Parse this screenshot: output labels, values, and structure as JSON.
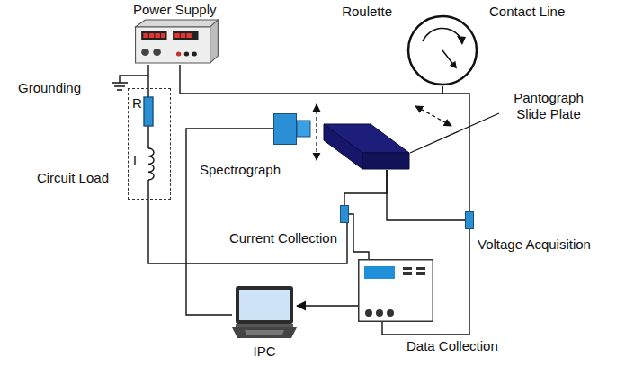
{
  "diagram": {
    "nodes": [
      {
        "text": [
          "Power Supply"
        ]
      },
      {
        "text": [
          "Circuit Load"
        ]
      },
      {
        "text": [
          "Roulette",
          "Contact Line"
        ]
      },
      {
        "text": [
          "Spectrograph"
        ]
      },
      {
        "text": [
          "Pantograph Slide Plate"
        ]
      },
      {
        "text": [
          "Current Collection"
        ]
      },
      {
        "text": [
          "Voltage Acquisition"
        ]
      },
      {
        "text": [
          "Data Collection"
        ]
      },
      {
        "text": [
          "IPC"
        ]
      }
    ],
    "edges": [
      {
        "from": 0,
        "to": 1,
        "arrow": "none"
      },
      {
        "from": 0,
        "to": 2,
        "arrow": "none"
      },
      {
        "from": 2,
        "to": 6,
        "arrow": "none"
      },
      {
        "from": 4,
        "to": 6,
        "arrow": "none"
      },
      {
        "from": 5,
        "to": 4,
        "arrow": "none"
      },
      {
        "from": 1,
        "to": 5,
        "arrow": "none"
      },
      {
        "from": 5,
        "to": 7,
        "arrow": "none"
      },
      {
        "from": 6,
        "to": 7,
        "arrow": "none"
      },
      {
        "from": 7,
        "to": 8,
        "arrow": "to"
      },
      {
        "from": 3,
        "to": 8,
        "arrow": "none"
      }
    ],
    "labels": [
      "Grounding",
      "R",
      "L"
    ]
  }
}
